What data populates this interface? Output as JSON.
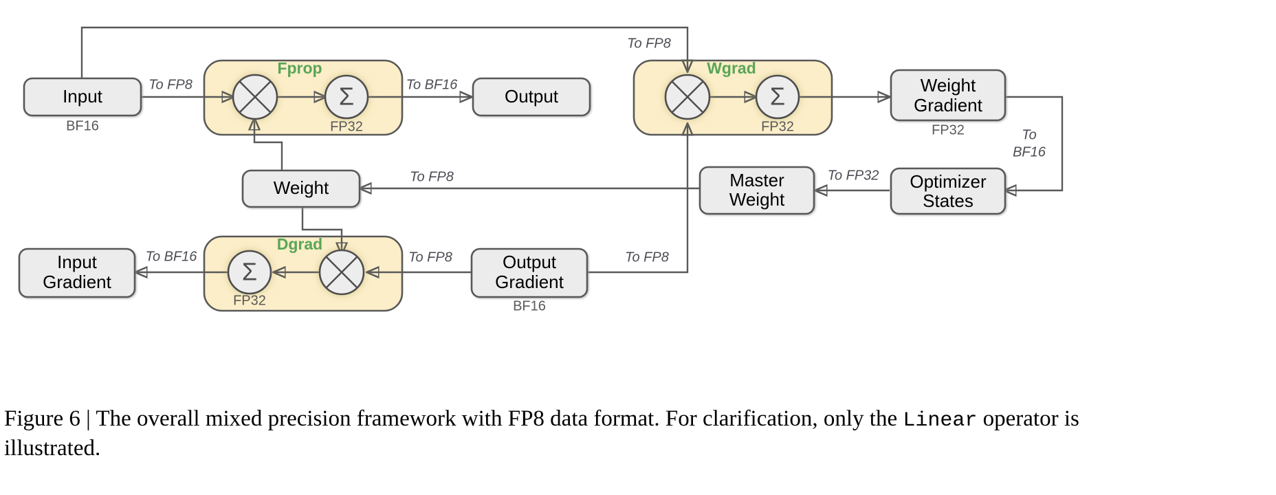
{
  "figure": {
    "caption_prefix": "Figure 6 | The overall mixed precision framework with FP8 data format. For clarification, only the ",
    "caption_mono": "Linear",
    "caption_suffix": " operator is illustrated."
  },
  "colors": {
    "group_fill": "#fbeec8",
    "node_fill": "#ececec",
    "stroke": "#595959",
    "group_label": "#5aa558",
    "edge_label": "#4d4d55",
    "sub_label": "#595959"
  },
  "groups": [
    {
      "id": "fprop",
      "label": "Fprop",
      "mul_op": "multiply",
      "sum_op": "sum",
      "sum_precision": "FP32"
    },
    {
      "id": "wgrad",
      "label": "Wgrad",
      "mul_op": "multiply",
      "sum_op": "sum",
      "sum_precision": "FP32"
    },
    {
      "id": "dgrad",
      "label": "Dgrad",
      "mul_op": "multiply",
      "sum_op": "sum",
      "sum_precision": "FP32"
    }
  ],
  "nodes": [
    {
      "id": "input",
      "label": "Input",
      "sub": "BF16"
    },
    {
      "id": "output",
      "label": "Output",
      "sub": ""
    },
    {
      "id": "weight",
      "label": "Weight",
      "sub": ""
    },
    {
      "id": "weight_gradient",
      "label_line1": "Weight",
      "label_line2": "Gradient",
      "sub": "FP32"
    },
    {
      "id": "master_weight",
      "label_line1": "Master",
      "label_line2": "Weight",
      "sub": ""
    },
    {
      "id": "optimizer_states",
      "label_line1": "Optimizer",
      "label_line2": "States",
      "sub": ""
    },
    {
      "id": "input_gradient",
      "label_line1": "Input",
      "label_line2": "Gradient",
      "sub": ""
    },
    {
      "id": "output_gradient",
      "label_line1": "Output",
      "label_line2": "Gradient",
      "sub": "BF16"
    }
  ],
  "edge_labels": {
    "input_to_fprop": "To FP8",
    "fprop_to_output": "To BF16",
    "input_to_wgrad": "To FP8",
    "weight_gradient_to_optimizer_line1": "To",
    "weight_gradient_to_optimizer_line2": "BF16",
    "optimizer_to_master": "To FP32",
    "master_to_weight": "To FP8",
    "dgrad_to_input_gradient": "To BF16",
    "output_gradient_to_dgrad": "To FP8",
    "output_gradient_to_wgrad": "To FP8"
  }
}
